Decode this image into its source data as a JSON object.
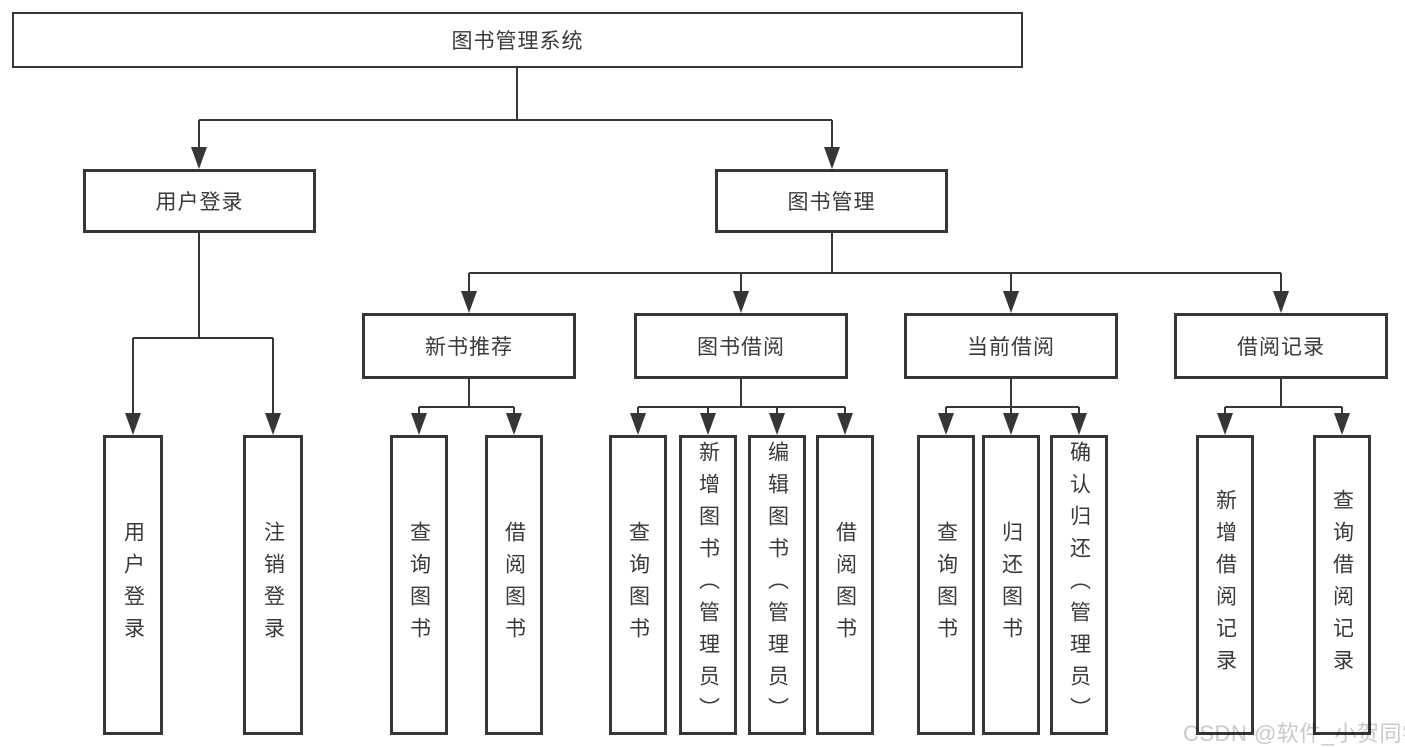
{
  "diagram": {
    "root": {
      "label": "图书管理系统"
    },
    "level2": {
      "user_login": {
        "label": "用户登录"
      },
      "book_management": {
        "label": "图书管理"
      }
    },
    "level3": {
      "new_book_recommend": {
        "label": "新书推荐"
      },
      "book_borrow": {
        "label": "图书借阅"
      },
      "current_borrow": {
        "label": "当前借阅"
      },
      "borrow_records": {
        "label": "借阅记录"
      }
    },
    "leaves": {
      "user_login": [
        "用户登录",
        "注销登录"
      ],
      "new_book_recommend": [
        "查询图书",
        "借阅图书"
      ],
      "book_borrow": [
        "查询图书",
        "新增图书（管理员）",
        "编辑图书（管理员）",
        "借阅图书"
      ],
      "current_borrow": [
        "查询图书",
        "归还图书",
        "确认归还（管理员）"
      ],
      "borrow_records": [
        "新增借阅记录",
        "查询借阅记录"
      ]
    }
  },
  "watermark": {
    "text": "CSDN @软件_小贺同学"
  },
  "colors": {
    "line": "#363636",
    "box_border": "#363636",
    "text": "#3a3a3a",
    "watermark": "#c9c9c9",
    "background": "#ffffff"
  }
}
